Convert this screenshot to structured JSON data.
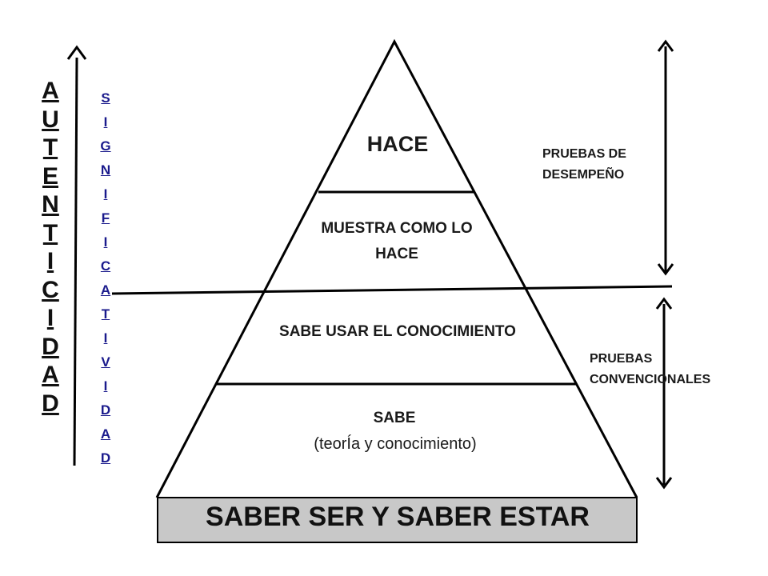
{
  "pyramid": {
    "levels": {
      "hace": "HACE",
      "muestra": "MUESTRA COMO LO HACE",
      "sabe_usar": "SABE USAR EL CONOCIMIENTO",
      "sabe_title": "SABE",
      "sabe_sub": "(teorÍa y conocimiento)"
    },
    "base": "SABER SER Y SABER ESTAR"
  },
  "side_labels": {
    "pruebas_desempeno": "PRUEBAS DE DESEMPEÑO",
    "pruebas_convencionales": "PRUEBAS CONVENCIONALES"
  },
  "vertical_words": {
    "autenticidad": [
      "A",
      "U",
      "T",
      "E",
      "N",
      "T",
      "I",
      "C",
      "I",
      "D",
      "A",
      "D"
    ],
    "significatividad": [
      "S",
      "I",
      "G",
      "N",
      "I",
      "F",
      "I",
      "C",
      "A",
      "T",
      "I",
      "V",
      "I",
      "D",
      "A",
      "D"
    ]
  },
  "colors": {
    "line": "#000000",
    "base_fill": "#c8c8c8",
    "significatividad_text": "#1a1a8c"
  }
}
